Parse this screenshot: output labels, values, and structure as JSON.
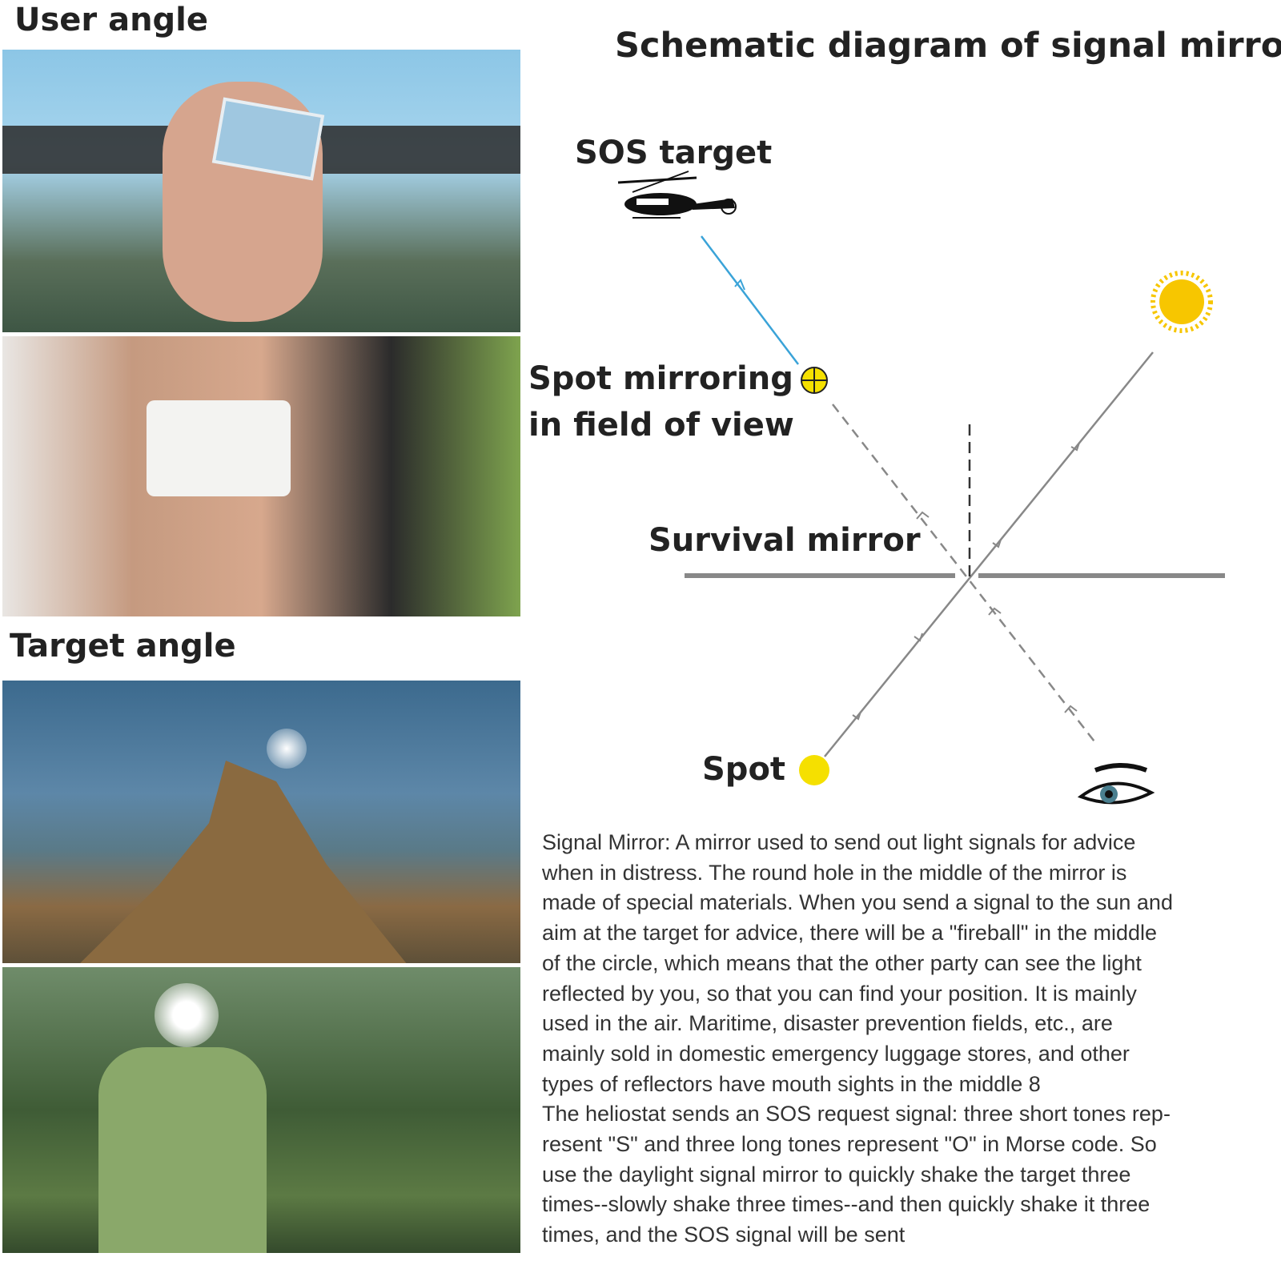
{
  "left": {
    "user_angle_label": "User angle",
    "target_angle_label": "Target angle"
  },
  "diagram": {
    "title": "Schematic diagram of signal mirror",
    "sos_target_label": "SOS target",
    "spot_mirroring_line1": "Spot mirroring",
    "spot_mirroring_line2": "in field of view",
    "survival_mirror_label": "Survival mirror",
    "spot_label": "Spot",
    "colors": {
      "sun": "#f7c600",
      "spot": "#f5e000",
      "target_line": "#3aa3d8",
      "ray": "#888888"
    }
  },
  "description": {
    "lines": [
      "Signal Mirror: A mirror used to send out light signals for advice",
      "when in distress. The round hole in the middle of the mirror is",
      "made of special materials. When you send a signal to the sun and",
      "aim at the target for advice, there will be a \"fireball\" in the middle",
      "of the circle, which means that the other party can see the light",
      "reflected by you, so that you can find your position. It is mainly",
      "used in the air. Maritime, disaster prevention fields, etc., are",
      "mainly sold in domestic emergency luggage stores, and other",
      "types of reflectors have mouth sights in the middle 8",
      "The heliostat sends an SOS request signal: three short tones rep-",
      "resent \"S\" and three long tones represent \"O\" in Morse code. So",
      "use the daylight signal mirror to quickly shake the target three",
      "times--slowly shake three times--and then quickly shake it three",
      "times, and the SOS signal will be sent"
    ]
  }
}
